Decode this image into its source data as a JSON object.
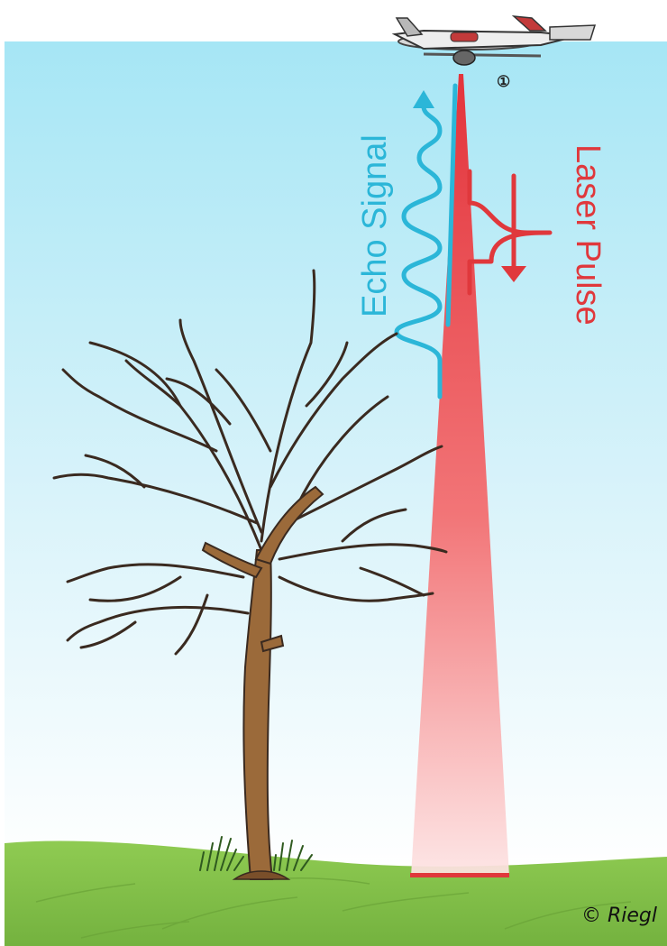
{
  "labels": {
    "echo_signal": "Echo Signal",
    "laser_pulse": "Laser Pulse",
    "position_marker": "①",
    "credit": "© Riegl"
  },
  "colors": {
    "sky_top": "#a6e6f5",
    "sky_bottom": "#ffffff",
    "echo": "#2bb6d8",
    "laser": "#e0383c",
    "beam": "#f24b4f",
    "trunk": "#9b6a3a",
    "branch": "#3a2a20",
    "grass": "#84c24a"
  },
  "icons": {
    "aircraft": "airplane-icon",
    "echo_arrow": "arrow-up-icon",
    "laser_arrow": "arrow-down-icon"
  }
}
